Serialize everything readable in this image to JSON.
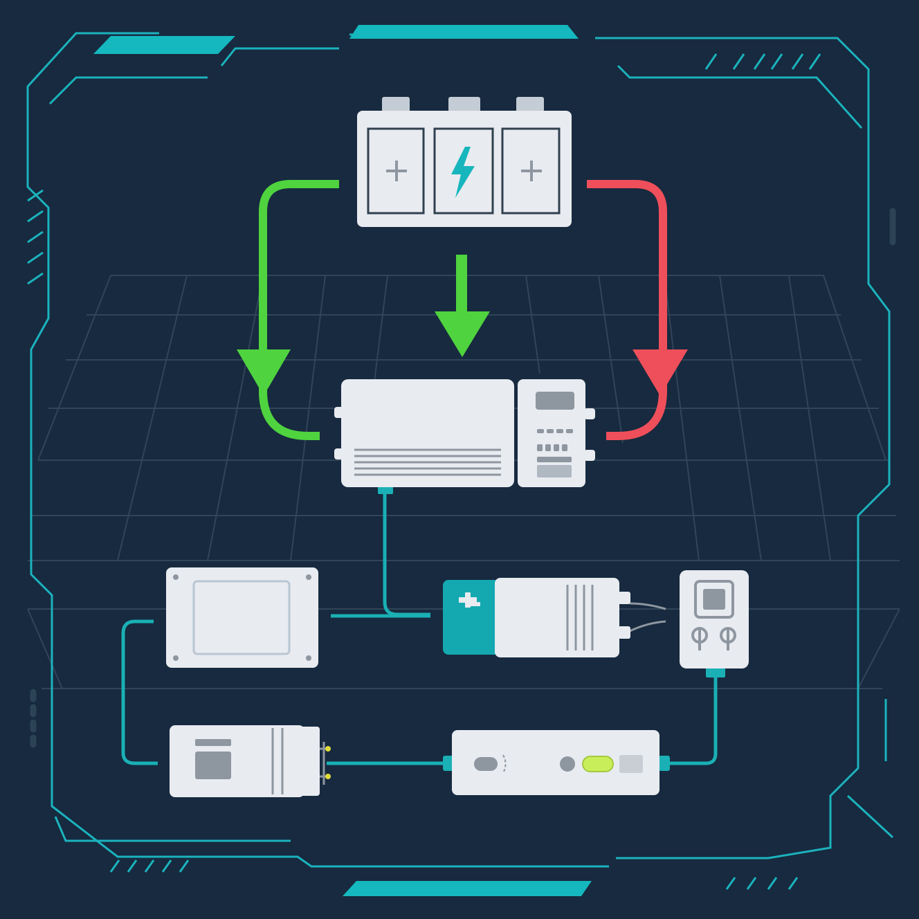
{
  "colors": {
    "background": "#172a3f",
    "frame": "#1bb3bd",
    "frame_fill": "#15b8be",
    "grid": "#34495c",
    "device_body": "#e8ebf0",
    "device_outline": "#aeb6c1",
    "device_detail": "#8e96a0",
    "charge_arrow": "#4fd33f",
    "discharge_arrow": "#ef4f5a",
    "wire": "#1ab0b5",
    "led_on": "#c8ef5a",
    "lightning": "#17b6bd"
  },
  "icons": {
    "battery_terminal_left": "plus-icon",
    "battery_center": "lightning-bolt-icon",
    "battery_terminal_right": "plus-icon",
    "inverter_panel": "keypad-icon",
    "outlet": "power-socket-icon"
  },
  "nodes": [
    {
      "id": "battery-bank",
      "kind": "battery"
    },
    {
      "id": "inverter-unit",
      "kind": "inverter"
    },
    {
      "id": "display-panel",
      "kind": "panel"
    },
    {
      "id": "power-module",
      "kind": "module"
    },
    {
      "id": "wall-outlet",
      "kind": "outlet"
    },
    {
      "id": "charge-controller",
      "kind": "controller"
    },
    {
      "id": "power-strip",
      "kind": "strip"
    }
  ],
  "flows": [
    {
      "from": "battery-bank",
      "to": "inverter-unit",
      "direction": "charge",
      "path": "left"
    },
    {
      "from": "battery-bank",
      "to": "inverter-unit",
      "direction": "charge",
      "path": "center"
    },
    {
      "from": "battery-bank",
      "to": "inverter-unit",
      "direction": "discharge",
      "path": "right"
    }
  ],
  "wires": [
    {
      "from": "inverter-unit",
      "to": "power-module"
    },
    {
      "from": "display-panel",
      "to": "power-module"
    },
    {
      "from": "display-panel",
      "to": "charge-controller"
    },
    {
      "from": "charge-controller",
      "to": "power-strip"
    },
    {
      "from": "power-strip",
      "to": "wall-outlet"
    },
    {
      "from": "power-module",
      "to": "wall-outlet"
    }
  ]
}
